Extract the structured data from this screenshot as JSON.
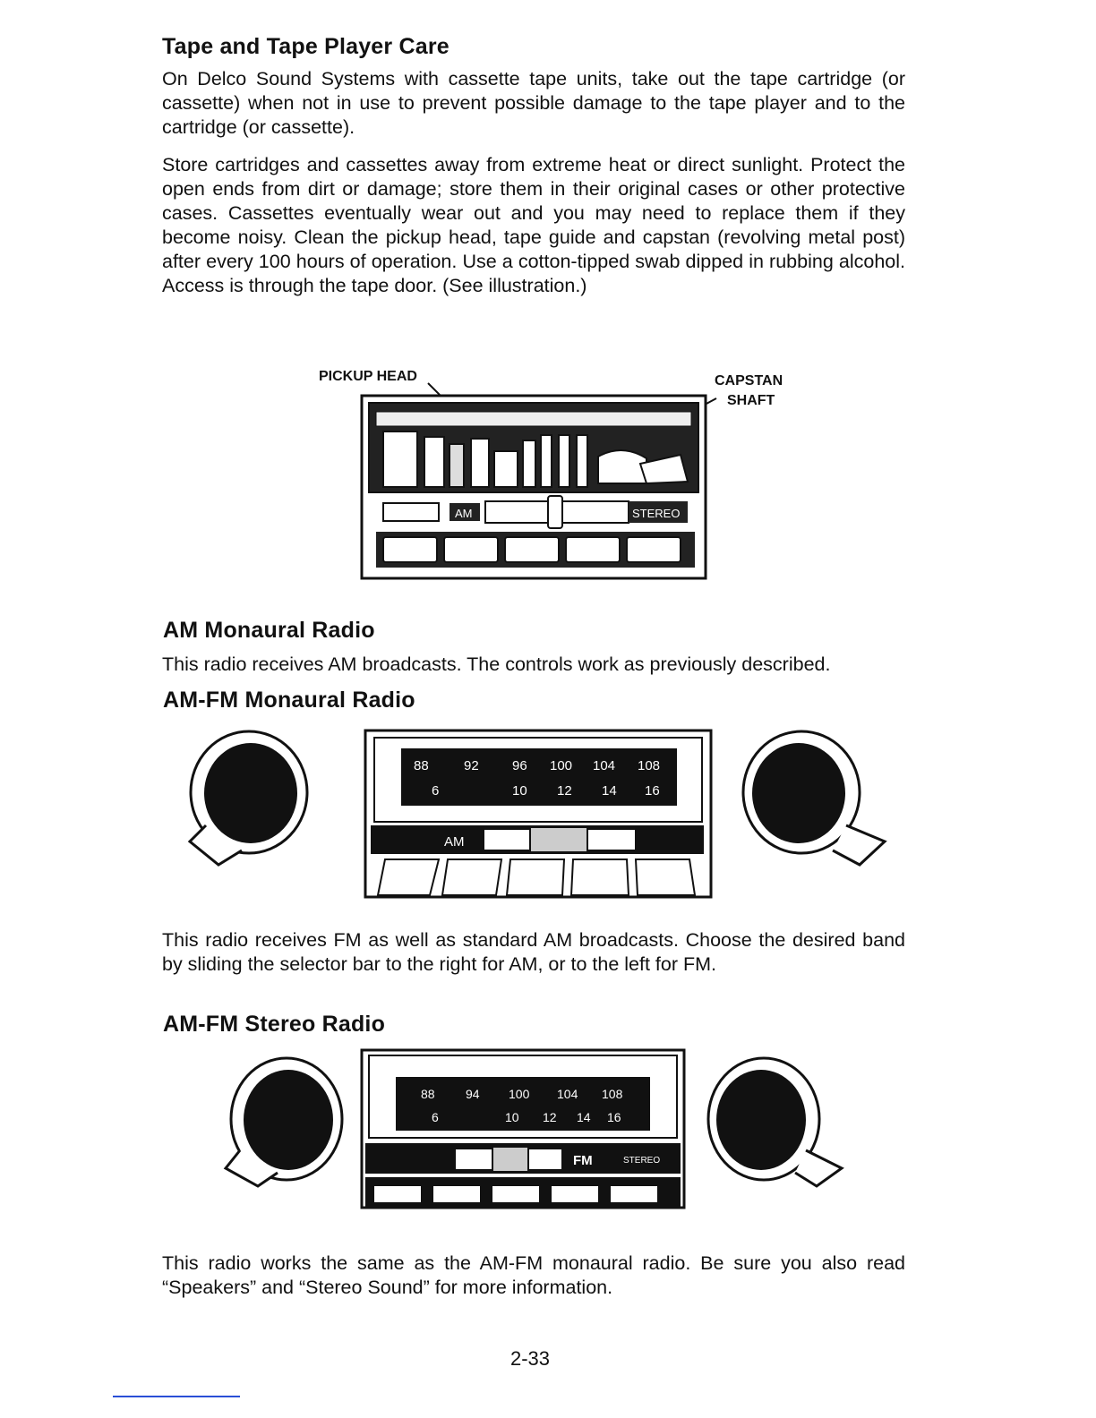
{
  "sections": {
    "tape_care": {
      "heading": "Tape and Tape Player Care",
      "para1": "On Delco Sound Systems with cassette tape units, take out the tape cartridge (or cassette) when not in use to prevent possible damage to the tape player and to the cartridge (or cassette).",
      "para2": "Store cartridges and cassettes away from extreme heat or direct sunlight. Protect the open ends from dirt or damage; store them in their original cases or other protective cases. Cassettes eventually wear out and you may need to replace them if they become noisy. Clean the pickup head, tape guide and capstan (revolving metal post) after every 100 hours of operation. Use a cotton-tipped swab dipped in rubbing alcohol. Access is through the tape door. (See illustration.)"
    },
    "am_mono": {
      "heading": "AM Monaural Radio",
      "para": "This radio receives AM broadcasts. The controls work as previously described."
    },
    "amfm_mono": {
      "heading": "AM-FM Monaural Radio",
      "para": "This radio receives FM as well as standard AM broadcasts. Choose the desired band by sliding the selector bar to the right for AM, or to the left for FM."
    },
    "amfm_stereo": {
      "heading": "AM-FM Stereo Radio",
      "para": "This radio works the same as the AM-FM monaural radio. Be sure you also read “Speakers” and “Stereo Sound” for more information."
    }
  },
  "figures": {
    "tape_player": {
      "label_pickup": "PICKUP HEAD",
      "label_capstan_1": "CAPSTAN",
      "label_capstan_2": "SHAFT",
      "band_left": "AM",
      "band_right": "STEREO"
    },
    "amfm_mono_radio": {
      "fm_scale": [
        "88",
        "92",
        "96",
        "100",
        "104",
        "108"
      ],
      "am_scale": [
        "6",
        "10",
        "12",
        "14",
        "16"
      ],
      "band": "AM"
    },
    "amfm_stereo_radio": {
      "fm_scale": [
        "88",
        "94",
        "100",
        "104",
        "108"
      ],
      "am_scale": [
        "6",
        "10",
        "12",
        "14",
        "16"
      ],
      "band": "FM",
      "stereo": "STEREO"
    }
  },
  "page_number": "2-33"
}
